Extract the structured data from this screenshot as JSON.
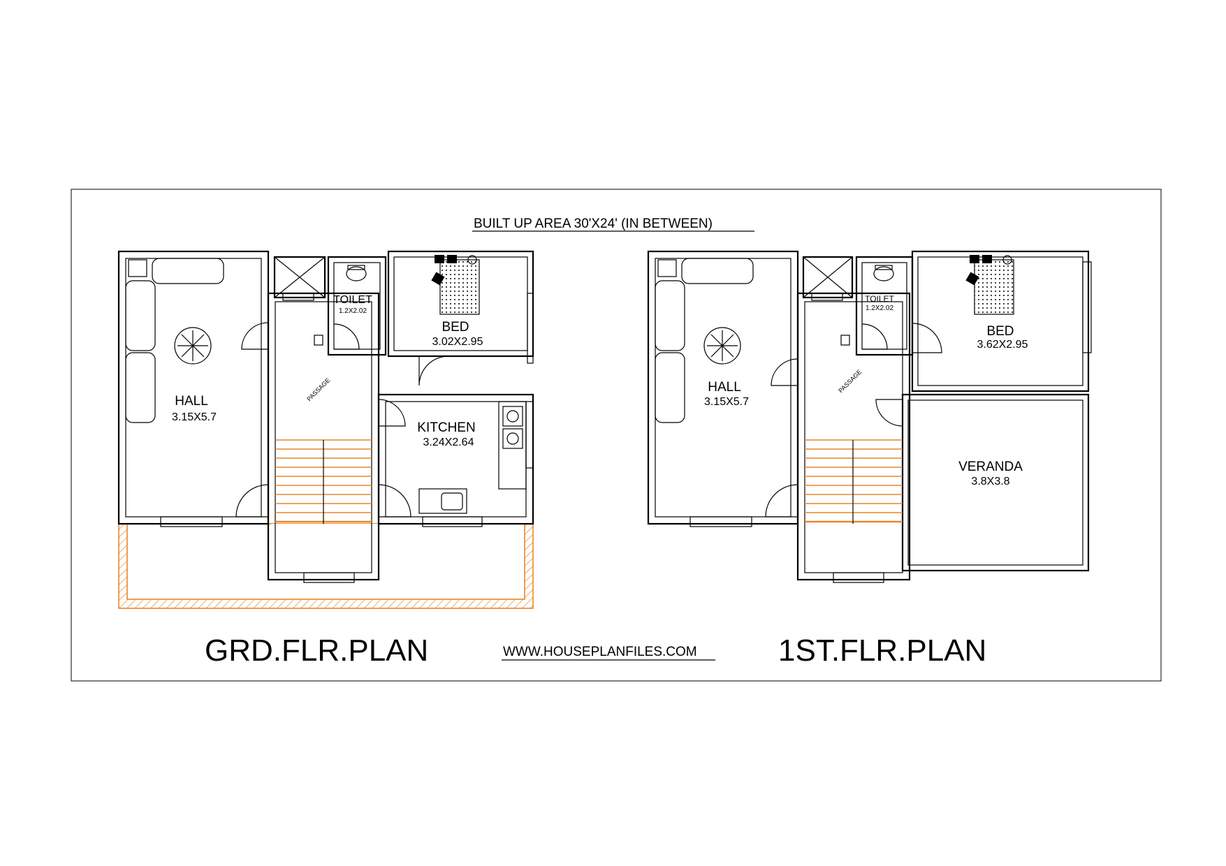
{
  "header": {
    "title": "BUILT UP AREA 30'X24'  (IN BETWEEN)"
  },
  "footer": {
    "ground_plan_title": "GRD.FLR.PLAN",
    "website": "WWW.HOUSEPLANFILES.COM",
    "first_plan_title": "1ST.FLR.PLAN"
  },
  "ground_floor": {
    "hall": {
      "name": "HALL",
      "size": "3.15X5.7"
    },
    "toilet": {
      "name": "TOILET",
      "size": "1.2X2.02"
    },
    "bed": {
      "name": "BED",
      "size": "3.02X2.95"
    },
    "kitchen": {
      "name": "KITCHEN",
      "size": "3.24X2.64"
    },
    "passage": {
      "name": "PASSAGE"
    }
  },
  "first_floor": {
    "hall": {
      "name": "HALL",
      "size": "3.15X5.7"
    },
    "toilet": {
      "name": "TOILET",
      "size": "1.2X2.02"
    },
    "bed": {
      "name": "BED",
      "size": "3.62X2.95"
    },
    "veranda": {
      "name": "VERANDA",
      "size": "3.8X3.8"
    },
    "passage": {
      "name": "PASSAGE"
    }
  },
  "colors": {
    "stair_accent": "#e8872a",
    "line": "#000000"
  }
}
